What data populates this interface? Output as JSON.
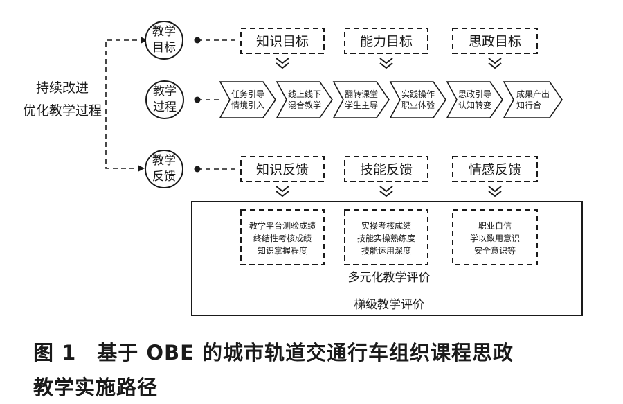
{
  "left_label": {
    "line1": "持续改进",
    "line2": "优化教学过程"
  },
  "circles": [
    {
      "line1": "教学",
      "line2": "目标"
    },
    {
      "line1": "教学",
      "line2": "过程"
    },
    {
      "line1": "教学",
      "line2": "反馈"
    }
  ],
  "goals": [
    "知识目标",
    "能力目标",
    "思政目标"
  ],
  "process_steps": [
    {
      "line1": "任务引导",
      "line2": "情境引入"
    },
    {
      "line1": "线上线下",
      "line2": "混合教学"
    },
    {
      "line1": "翻转课堂",
      "line2": "学生主导"
    },
    {
      "line1": "实践操作",
      "line2": "职业体验"
    },
    {
      "line1": "思政引导",
      "line2": "认知转变"
    },
    {
      "line1": "成果产出",
      "line2": "知行合一"
    }
  ],
  "feedback": [
    "知识反馈",
    "技能反馈",
    "情感反馈"
  ],
  "evaluations": [
    [
      "教学平台测验成绩",
      "终结性考核成绩",
      "知识掌握程度"
    ],
    [
      "实操考核成绩",
      "技能实操熟练度",
      "技能运用深度"
    ],
    [
      "职业自信",
      "学以致用意识",
      "安全意识等"
    ]
  ],
  "multi_eval_label": "多元化教学评价",
  "tier_eval_label": "梯级教学评价",
  "caption": {
    "line1": "图 1　基于 OBE 的城市轨道交通行车组织课程思政",
    "line2": "教学实施路径"
  }
}
